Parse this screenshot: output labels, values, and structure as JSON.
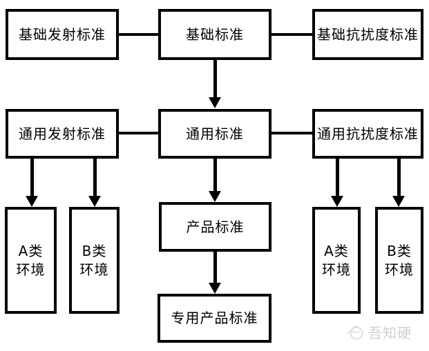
{
  "canvas": {
    "background": "#ffffff",
    "line_color": "#000000",
    "text_color": "#000000",
    "watermark_color": "#cfcfcf"
  },
  "nodes": {
    "basic_emission": {
      "label": "基础发射标准"
    },
    "basic": {
      "label": "基础标准"
    },
    "basic_immunity": {
      "label": "基础抗扰度标准"
    },
    "generic_emission": {
      "label": "通用发射标准"
    },
    "generic": {
      "label": "通用标准"
    },
    "generic_immunity": {
      "label": "通用抗扰度标准"
    },
    "product": {
      "label": "产品标准"
    },
    "dedicated_product": {
      "label": "专用产品标准"
    },
    "env_a_left": {
      "label": "A类环境",
      "line1": "A类",
      "line2": "环境"
    },
    "env_b_left": {
      "label": "B类环境",
      "line1": "B类",
      "line2": "环境"
    },
    "env_a_right": {
      "label": "A类环境",
      "line1": "A类",
      "line2": "环境"
    },
    "env_b_right": {
      "label": "B类环境",
      "line1": "B类",
      "line2": "环境"
    }
  },
  "edges": [
    {
      "from": "basic_emission",
      "to": "basic",
      "type": "line"
    },
    {
      "from": "basic",
      "to": "basic_immunity",
      "type": "line"
    },
    {
      "from": "basic",
      "to": "generic",
      "type": "arrow"
    },
    {
      "from": "generic_emission",
      "to": "generic",
      "type": "line"
    },
    {
      "from": "generic",
      "to": "generic_immunity",
      "type": "line"
    },
    {
      "from": "generic",
      "to": "product",
      "type": "arrow"
    },
    {
      "from": "product",
      "to": "dedicated_product",
      "type": "arrow"
    },
    {
      "from": "generic_emission",
      "to": "env_a_left",
      "type": "arrow"
    },
    {
      "from": "generic_emission",
      "to": "env_b_left",
      "type": "arrow"
    },
    {
      "from": "generic_immunity",
      "to": "env_a_right",
      "type": "arrow"
    },
    {
      "from": "generic_immunity",
      "to": "env_b_right",
      "type": "arrow"
    }
  ],
  "watermark": {
    "brand": "吾知硬",
    "icon": "brand-logo-icon"
  }
}
